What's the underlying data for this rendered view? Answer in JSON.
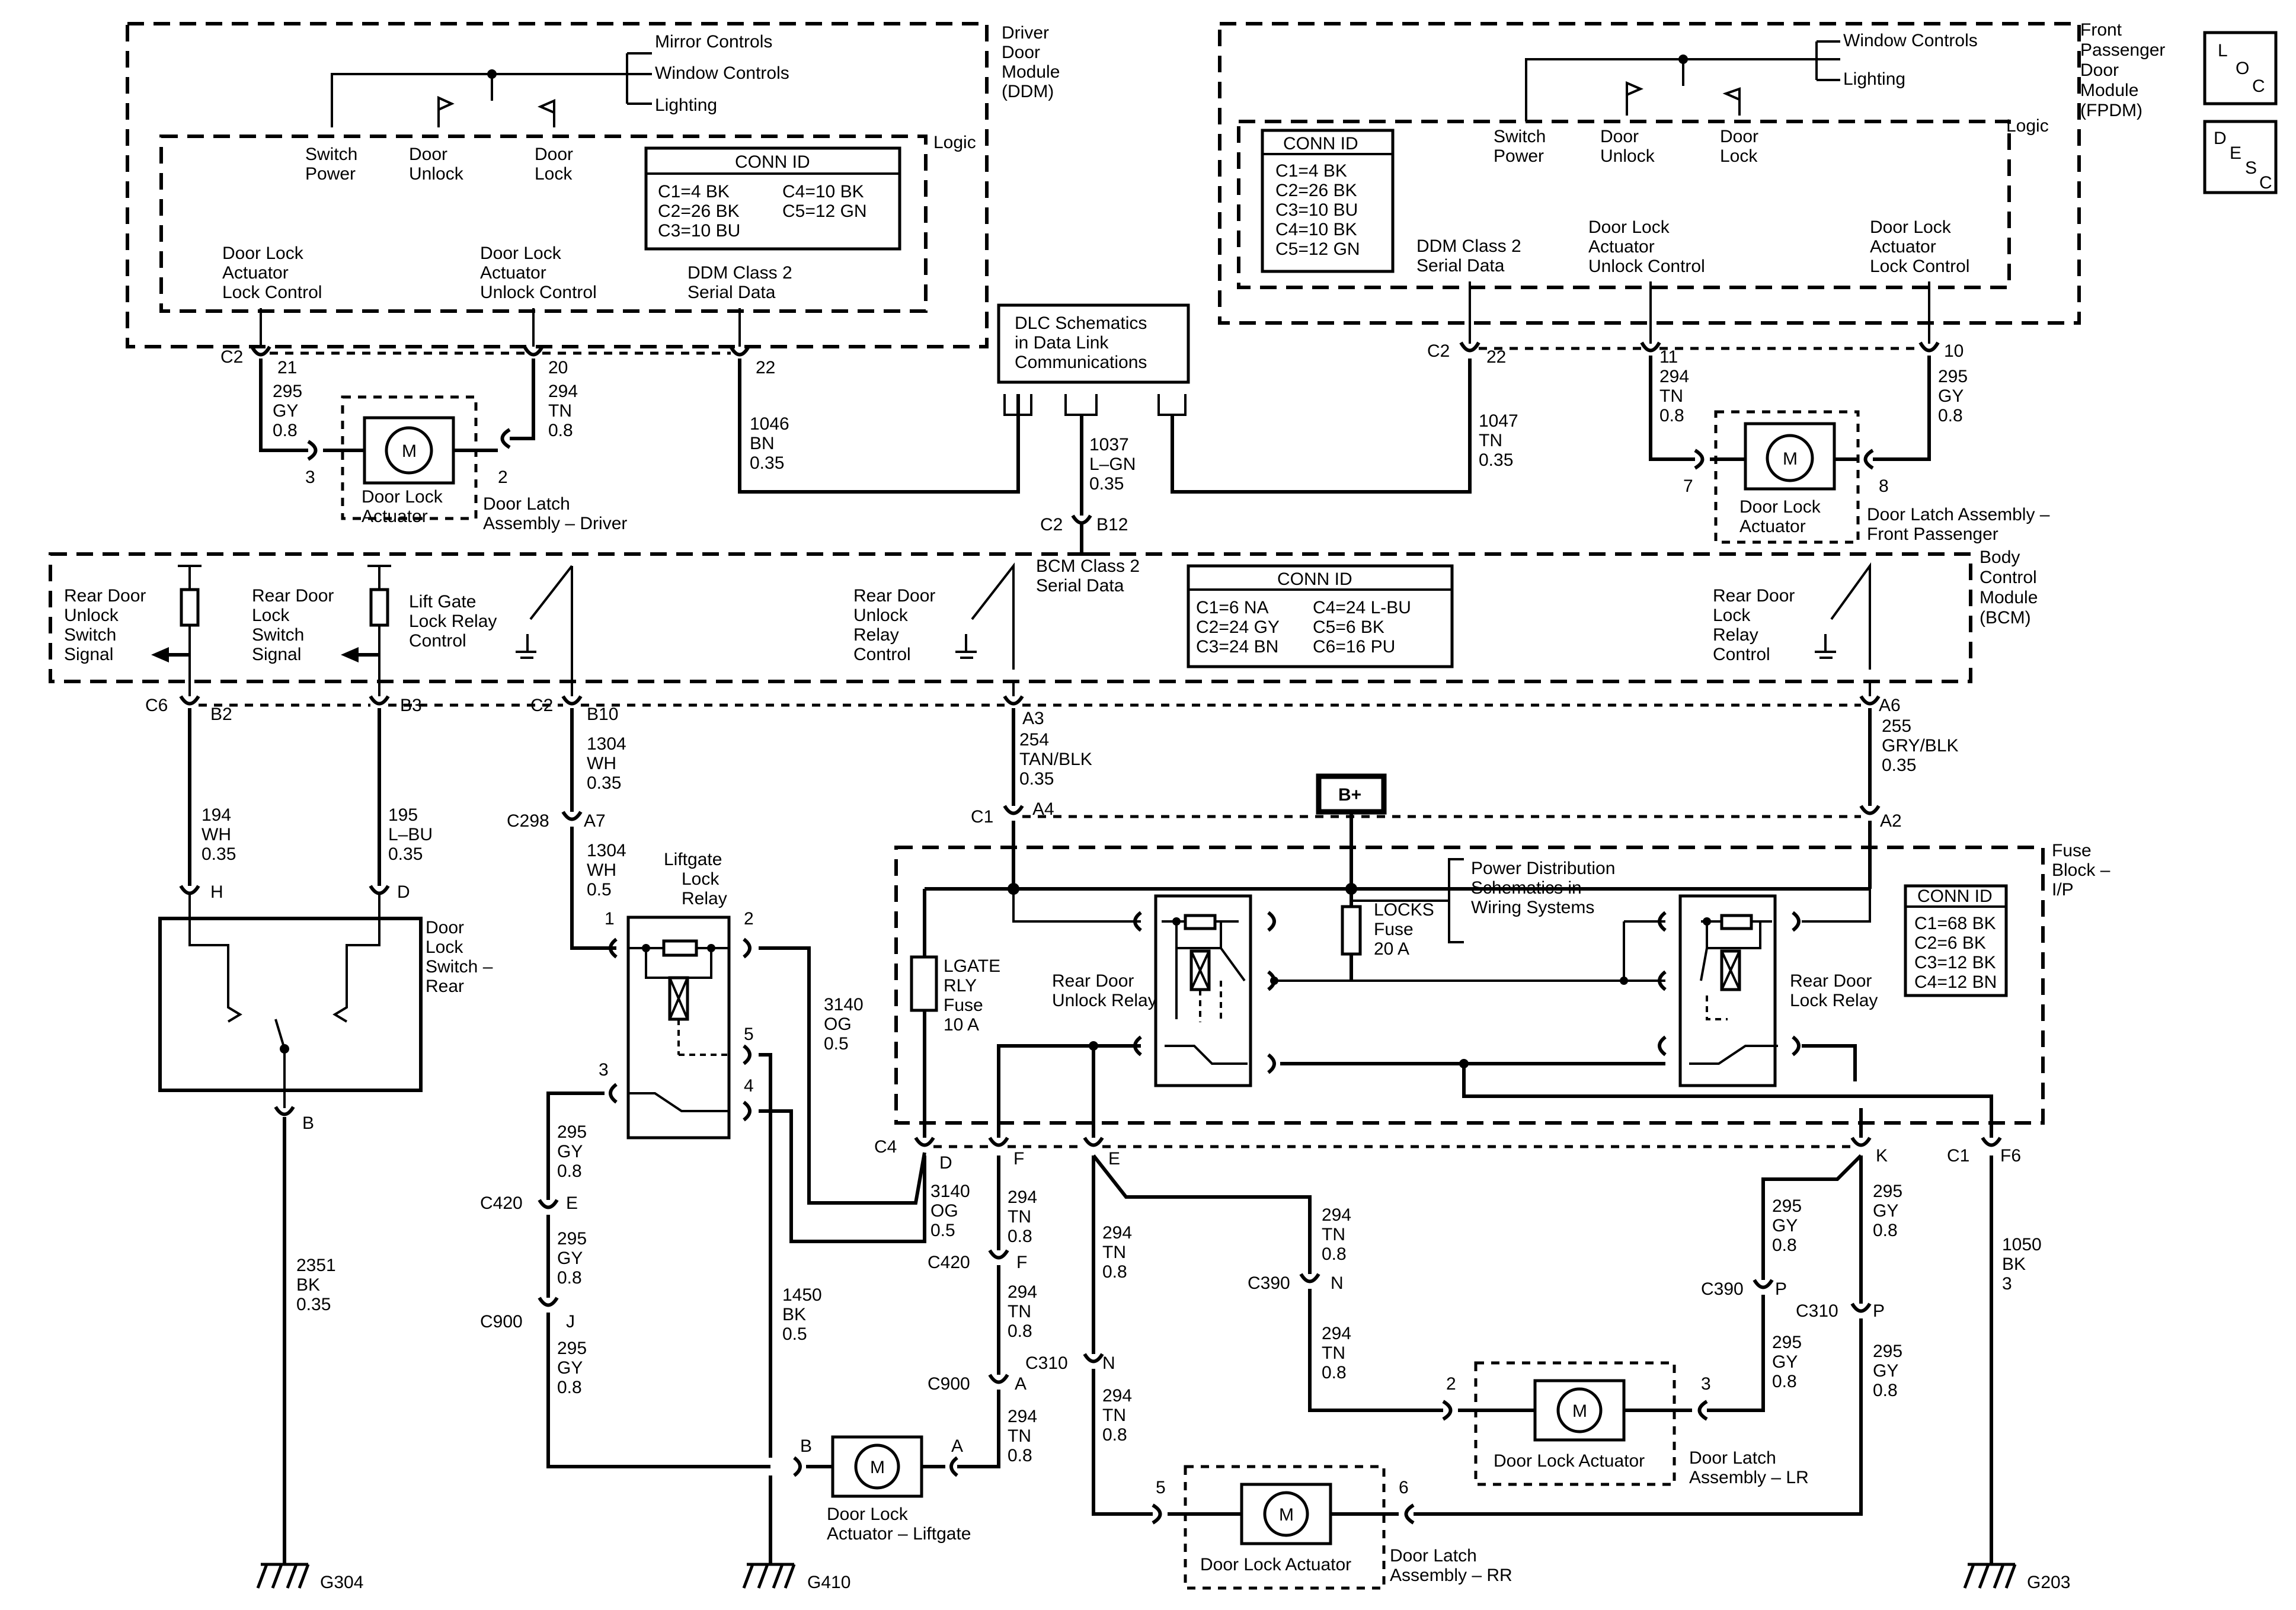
{
  "ddm": {
    "title": [
      "Driver",
      "Door",
      "Module",
      "(DDM)"
    ],
    "top_labels": [
      "Mirror Controls",
      "Window Controls",
      "Lighting"
    ],
    "logic": "Logic",
    "switch_power": [
      "Switch",
      "Power"
    ],
    "door_unlock": [
      "Door",
      "Unlock"
    ],
    "door_lock": [
      "Door",
      "Lock"
    ],
    "conn_title": "CONN ID",
    "conn_rows": [
      "C1=4 BK",
      "C4=10 BK",
      "C2=26 BK",
      "C5=12 GN",
      "C3=10 BU"
    ],
    "lock_ctrl": [
      "Door Lock",
      "Actuator",
      "Lock Control"
    ],
    "unlock_ctrl": [
      "Door Lock",
      "Actuator",
      "Unlock Control"
    ],
    "serial": [
      "DDM Class 2",
      "Serial Data"
    ]
  },
  "fpdm": {
    "title": [
      "Front",
      "Passenger",
      "Door",
      "Module",
      "(FPDM)"
    ],
    "top_labels": [
      "Window Controls",
      "Lighting"
    ],
    "logic": "Logic",
    "switch_power": [
      "Switch",
      "Power"
    ],
    "door_unlock": [
      "Door",
      "Unlock"
    ],
    "door_lock": [
      "Door",
      "Lock"
    ],
    "conn_title": "CONN ID",
    "conn_rows": [
      "C1=4 BK",
      "C2=26 BK",
      "C3=10 BU",
      "C4=10 BK",
      "C5=12 GN"
    ],
    "serial": [
      "DDM Class 2",
      "Serial Data"
    ],
    "unlock_ctrl": [
      "Door Lock",
      "Actuator",
      "Unlock Control"
    ],
    "lock_ctrl": [
      "Door Lock",
      "Actuator",
      "Lock Control"
    ]
  },
  "legend": {
    "loc": [
      "L",
      "O",
      "C"
    ],
    "desc": [
      "D",
      "E",
      "S",
      "C"
    ]
  },
  "dlc": [
    "DLC Schematics",
    "in Data Link",
    "Communications"
  ],
  "bcm": {
    "title": [
      "Body",
      "Control",
      "Module",
      "(BCM)"
    ],
    "serial": [
      "BCM Class 2",
      "Serial Data"
    ],
    "conn_title": "CONN ID",
    "conn_rows": [
      "C1=6 NA",
      "C4=24 L-BU",
      "C2=24 GY",
      "C5=6 BK",
      "C3=24 BN",
      "C6=16 PU"
    ],
    "rear_unlock_signal": [
      "Rear Door",
      "Unlock",
      "Switch",
      "Signal"
    ],
    "rear_lock_signal": [
      "Rear Door",
      "Lock",
      "Switch",
      "Signal"
    ],
    "liftgate_ctrl": [
      "Lift Gate",
      "Lock Relay",
      "Control"
    ],
    "unlock_relay_ctrl": [
      "Rear Door",
      "Unlock",
      "Relay",
      "Control"
    ],
    "lock_relay_ctrl": [
      "Rear Door",
      "Lock",
      "Relay",
      "Control"
    ]
  },
  "fuse_block": {
    "title": [
      "Fuse",
      "Block –",
      "I/P"
    ],
    "conn_title": "CONN ID",
    "conn_rows": [
      "C1=68 BK",
      "C2=6 BK",
      "C3=12 BK",
      "C4=12 BN"
    ],
    "bplus": "B+",
    "pds": [
      "Power Distribution",
      "Schematics in",
      "Wiring Systems"
    ],
    "locks_fuse": [
      "LOCKS",
      "Fuse",
      "20 A"
    ],
    "lgate_fuse": [
      "LGATE",
      "RLY",
      "Fuse",
      "10 A"
    ],
    "unlock_relay": [
      "Rear Door",
      "Unlock Relay"
    ],
    "lock_relay": [
      "Rear Door",
      "Lock Relay"
    ]
  },
  "components": {
    "driver_actuator": [
      "Door Lock",
      "Actuator"
    ],
    "driver_latch": [
      "Door Latch",
      "Assembly – Driver"
    ],
    "fp_actuator": [
      "Door Lock",
      "Actuator"
    ],
    "fp_latch": [
      "Door Latch Assembly –",
      "Front Passenger"
    ],
    "door_lock_switch": [
      "Door",
      "Lock",
      "Switch –",
      "Rear"
    ],
    "liftgate_relay": [
      "Liftgate",
      "Lock",
      "Relay"
    ],
    "liftgate_actuator": [
      "Door Lock",
      "Actuator – Liftgate"
    ],
    "lr_actuator": "Door Lock Actuator",
    "lr_latch": [
      "Door Latch",
      "Assembly – LR"
    ],
    "rr_actuator": "Door Lock Actuator",
    "rr_latch": [
      "Door Latch",
      "Assembly – RR"
    ],
    "motor_letter": "M"
  },
  "grounds": [
    "G304",
    "G410",
    "G203"
  ],
  "wires": {
    "w295_gy_driver": [
      "295",
      "GY",
      "0.8"
    ],
    "w294_tn_driver": [
      "294",
      "TN",
      "0.8"
    ],
    "w1046": [
      "1046",
      "BN",
      "0.35"
    ],
    "w1037": [
      "1037",
      "L–GN",
      "0.35"
    ],
    "w1047": [
      "1047",
      "TN",
      "0.35"
    ],
    "w294_tn_fp": [
      "294",
      "TN",
      "0.8"
    ],
    "w295_gy_fp": [
      "295",
      "GY",
      "0.8"
    ],
    "w194": [
      "194",
      "WH",
      "0.35"
    ],
    "w195": [
      "195",
      "L–BU",
      "0.35"
    ],
    "w1304_a": [
      "1304",
      "WH",
      "0.35"
    ],
    "w1304_b": [
      "1304",
      "WH",
      "0.5"
    ],
    "w254": [
      "254",
      "TAN/BLK",
      "0.35"
    ],
    "w255": [
      "255",
      "GRY/BLK",
      "0.35"
    ],
    "w3140_a": [
      "3140",
      "OG",
      "0.5"
    ],
    "w3140_b": [
      "3140",
      "OG",
      "0.5"
    ],
    "w295_c420": [
      "295",
      "GY",
      "0.8"
    ],
    "w295_c900a": [
      "295",
      "GY",
      "0.8"
    ],
    "w295_c900b": [
      "295",
      "GY",
      "0.8"
    ],
    "w2351": [
      "2351",
      "BK",
      "0.35"
    ],
    "w1450": [
      "1450",
      "BK",
      "0.5"
    ],
    "w294_f": [
      "294",
      "TN",
      "0.8"
    ],
    "w294_c420": [
      "294",
      "TN",
      "0.8"
    ],
    "w294_c900": [
      "294",
      "TN",
      "0.8"
    ],
    "w294_e": [
      "294",
      "TN",
      "0.8"
    ],
    "w294_c310": [
      "294",
      "TN",
      "0.8"
    ],
    "w294_n": [
      "294",
      "TN",
      "0.8"
    ],
    "w294_c390": [
      "294",
      "TN",
      "0.8"
    ],
    "w295_k_left": [
      "295",
      "GY",
      "0.8"
    ],
    "w295_k_right": [
      "295",
      "GY",
      "0.8"
    ],
    "w295_c390p": [
      "295",
      "GY",
      "0.8"
    ],
    "w295_c310p": [
      "295",
      "GY",
      "0.8"
    ],
    "w1050": [
      "1050",
      "BK",
      "3"
    ]
  },
  "connectors": {
    "c2_21": [
      "C2",
      "21"
    ],
    "c2_20": "20",
    "c2_22d": "22",
    "c2_22f": [
      "C2",
      "22"
    ],
    "c2_11": "11",
    "c2_10": "10",
    "c2_b12": [
      "C2",
      "B12"
    ],
    "c6_b2": [
      "C6",
      "B2"
    ],
    "b3": "B3",
    "c2_b10": [
      "C2",
      "B10"
    ],
    "a3": "A3",
    "a6": "A6",
    "c298_a7": [
      "C298",
      "A7"
    ],
    "c1_a4": [
      "C1",
      "A4"
    ],
    "a2": "A2",
    "h": "H",
    "d_sw": "D",
    "b_sw": "B",
    "relay_pins": [
      "1",
      "2",
      "3",
      "4",
      "5"
    ],
    "c4_d": [
      "C4",
      "D"
    ],
    "f": "F",
    "e": "E",
    "k": "K",
    "c1_f6": [
      "C1",
      "F6"
    ],
    "c420_e": [
      "C420",
      "E"
    ],
    "c900_j": [
      "C900",
      "J"
    ],
    "c420_f": [
      "C420",
      "F"
    ],
    "c900_a": [
      "C900",
      "A"
    ],
    "c310_n": [
      "C310",
      "N"
    ],
    "c390_n": [
      "C390",
      "N"
    ],
    "c390_p": [
      "C390",
      "P"
    ],
    "c310_p": [
      "C310",
      "P"
    ],
    "driver_act_pins": [
      "3",
      "2"
    ],
    "fp_act_pins": [
      "7",
      "8"
    ],
    "lift_act_pins": [
      "B",
      "A"
    ],
    "lr_act_pins": [
      "2",
      "3"
    ],
    "rr_act_pins": [
      "5",
      "6"
    ]
  }
}
